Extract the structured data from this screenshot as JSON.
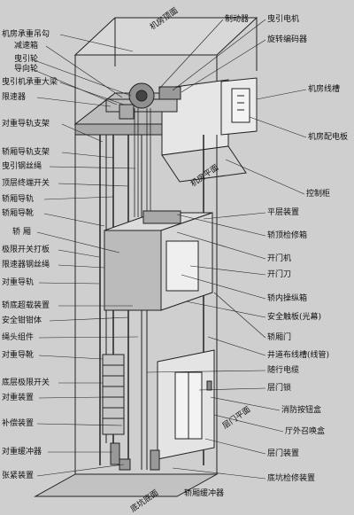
{
  "left_labels": [
    "机房承重吊勾",
    "减速箱",
    "曳引轮",
    "导向轮",
    "曳引机承重大梁",
    "限速器",
    "对重导轨支架",
    "轿厢导轨支架",
    "曳引钢丝绳",
    "顶层终端开关",
    "轿厢导轨",
    "轿厢导靴",
    "轿 厢",
    "极限开关打板",
    "限速器钢丝绳",
    "对重导轨",
    "轿底超载装置",
    "安全钳钳体",
    "绳头组件",
    "对重导靴",
    "底层极限开关",
    "对重装置",
    "补偿装置",
    "对重缓冲器",
    "张紧装置"
  ],
  "right_labels": [
    "制动器",
    "曳引电机",
    "旋转编码器",
    "机房线槽",
    "机房配电板",
    "控制柜",
    "平层装置",
    "轿顶检修箱",
    "开门机",
    "开门刀",
    "轿内操纵箱",
    "安全触板(光幕)",
    "轿厢门",
    "井道布线槽(线管)",
    "随行电缆",
    "层门锁",
    "消防按钮盒",
    "厅外召唤盒",
    "层门装置",
    "底坑检修装置"
  ],
  "rotated_labels": {
    "machine_room_top": "机房顶面",
    "machine_room_floor": "机房平面",
    "landing_floor": "层门平面",
    "pit_bottom": "底坑底面",
    "car_buffer": "轿厢缓冲器"
  }
}
